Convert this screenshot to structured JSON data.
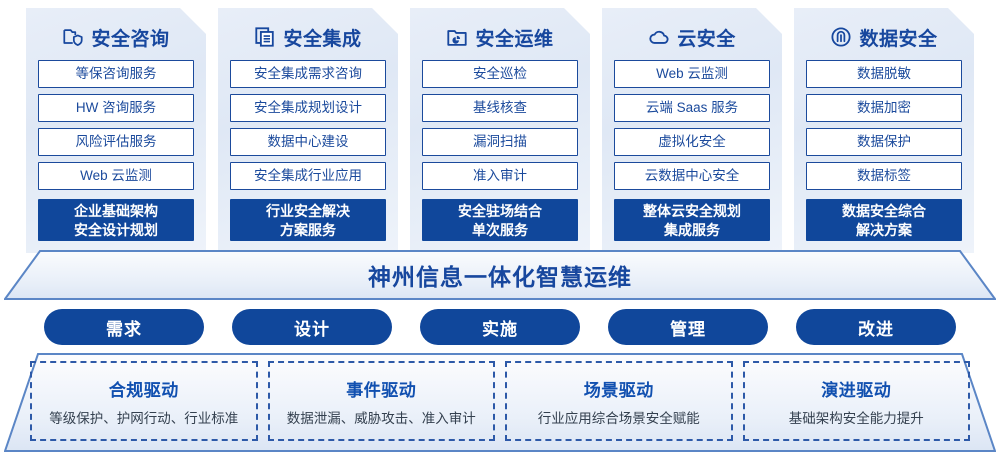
{
  "pillars": [
    {
      "icon": "folder-shield-icon",
      "title": "安全咨询",
      "items": [
        "等保咨询服务",
        "HW 咨询服务",
        "风险评估服务",
        "Web 云监测"
      ],
      "highlight": [
        "企业基础架构",
        "安全设计规划"
      ]
    },
    {
      "icon": "documents-stack-icon",
      "title": "安全集成",
      "items": [
        "安全集成需求咨询",
        "安全集成规划设计",
        "数据中心建设",
        "安全集成行业应用"
      ],
      "highlight": [
        "行业安全解决",
        "方案服务"
      ]
    },
    {
      "icon": "folder-chart-icon",
      "title": "安全运维",
      "items": [
        "安全巡检",
        "基线核查",
        "漏洞扫描",
        "准入审计"
      ],
      "highlight": [
        "安全驻场结合",
        "单次服务"
      ]
    },
    {
      "icon": "cloud-icon",
      "title": "云安全",
      "items": [
        "Web 云监测",
        "云端 Saas 服务",
        "虚拟化安全",
        "云数据中心安全"
      ],
      "highlight": [
        "整体云安全规划",
        "集成服务"
      ]
    },
    {
      "icon": "fingerprint-icon",
      "title": "数据安全",
      "items": [
        "数据脱敏",
        "数据加密",
        "数据保护",
        "数据标签"
      ],
      "highlight": [
        "数据安全综合",
        "解决方案"
      ]
    }
  ],
  "platform": {
    "title": "神州信息一体化智慧运维"
  },
  "phases": [
    {
      "label": "需求"
    },
    {
      "label": "设计"
    },
    {
      "label": "实施"
    },
    {
      "label": "管理"
    },
    {
      "label": "改进"
    }
  ],
  "drivers": [
    {
      "title": "合规驱动",
      "desc": "等级保护、护网行动、行业标准"
    },
    {
      "title": "事件驱动",
      "desc": "数据泄漏、威胁攻击、准入审计"
    },
    {
      "title": "场景驱动",
      "desc": "行业应用综合场景安全赋能"
    },
    {
      "title": "演进驱动",
      "desc": "基础架构安全能力提升"
    }
  ],
  "colors": {
    "brand_blue": "#10479b",
    "title_blue": "#17479e",
    "outline_blue": "#1b4a9c",
    "dash_blue": "#2d59a8",
    "card_bg_top": "#e8eef8",
    "card_bg_bottom": "#eef3fa"
  }
}
